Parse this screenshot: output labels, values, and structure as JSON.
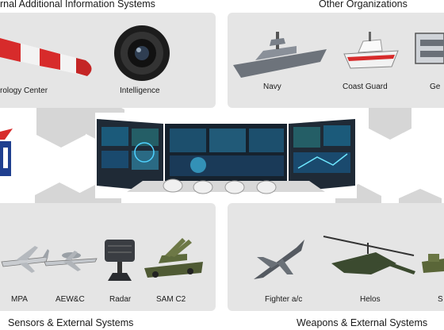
{
  "sections": {
    "top_left_title": "rnal Additional Information Systems",
    "top_right_title": "Other Organizations",
    "bottom_left_title": "Sensors & External Systems",
    "bottom_right_title": "Weapons & External Systems"
  },
  "top_left_items": [
    "rology Center",
    "Intelligence"
  ],
  "top_right_items": [
    "Navy",
    "Coast Guard",
    "Ge"
  ],
  "bottom_left_items": [
    "MPA",
    "AEW&C",
    "Radar",
    "SAM C2"
  ],
  "bottom_right_items": [
    "Fighter a/c",
    "Helos",
    "S"
  ],
  "colors": {
    "panel": "#e5e5e5",
    "hex": "#d4d4d4",
    "accent_red": "#d72b2b",
    "screen": "#1b5a7a"
  }
}
